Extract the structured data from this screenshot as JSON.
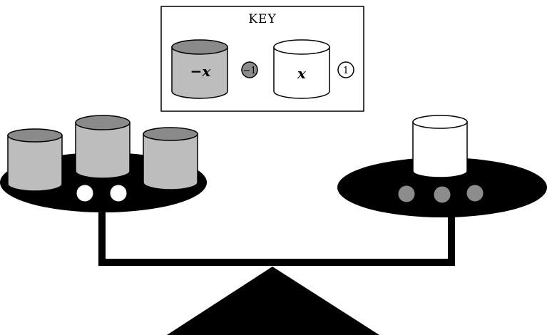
{
  "key": {
    "title": "KEY",
    "negative_cylinder_label": "−x",
    "negative_unit_label": "−1",
    "positive_cylinder_label": "x",
    "positive_unit_label": "1"
  },
  "balance": {
    "left_pan": {
      "negative_x_cylinders": 3,
      "positive_unit_counters": 2
    },
    "right_pan": {
      "positive_x_cylinders": 1,
      "negative_unit_counters": 3
    }
  },
  "colors": {
    "negative_fill": "#bdbdbd",
    "negative_top": "#8a8a8a",
    "negative_unit": "#8c8c8c",
    "positive_fill": "#ffffff",
    "ink": "#000000"
  }
}
